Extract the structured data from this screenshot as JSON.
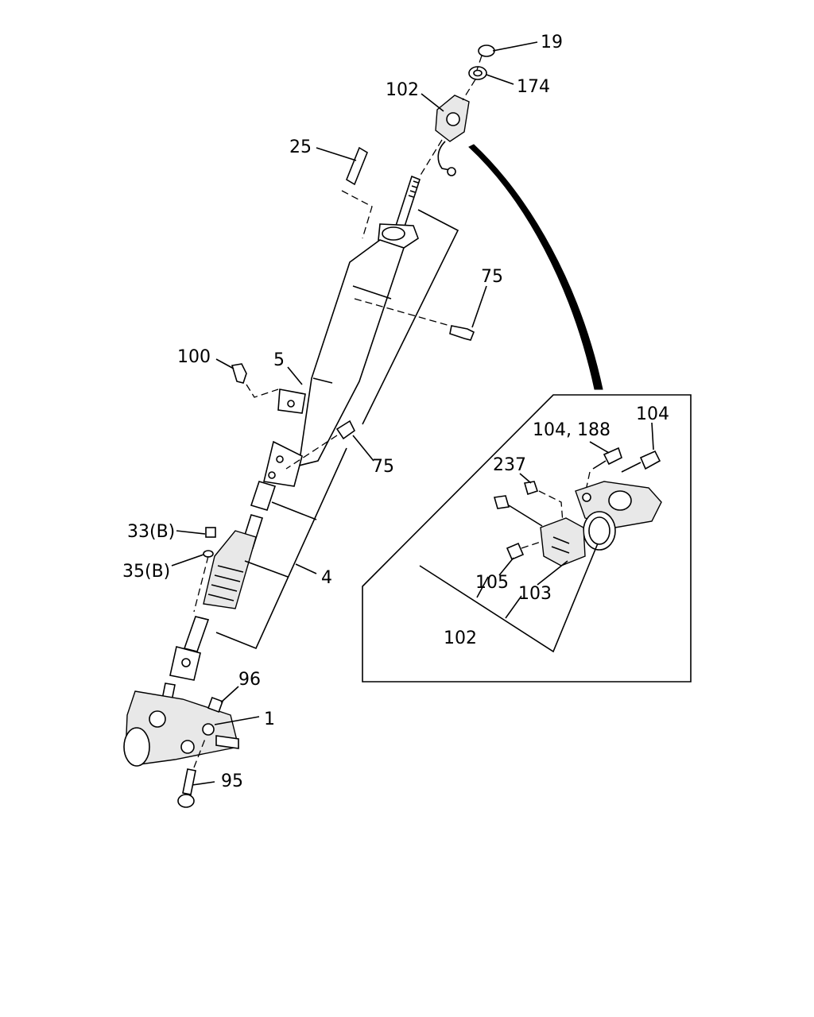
{
  "callouts": {
    "p19": "19",
    "p174": "174",
    "p102_top": "102",
    "p25": "25",
    "p75_upper": "75",
    "p100": "100",
    "p5": "5",
    "p75_lower": "75",
    "p33b": "33(B)",
    "p35b": "35(B)",
    "p4": "4",
    "p96": "96",
    "p1": "1",
    "p95": "95",
    "p104_188": "104, 188",
    "p104": "104",
    "p237": "237",
    "p105": "105",
    "p103": "103",
    "p102_inset": "102"
  }
}
